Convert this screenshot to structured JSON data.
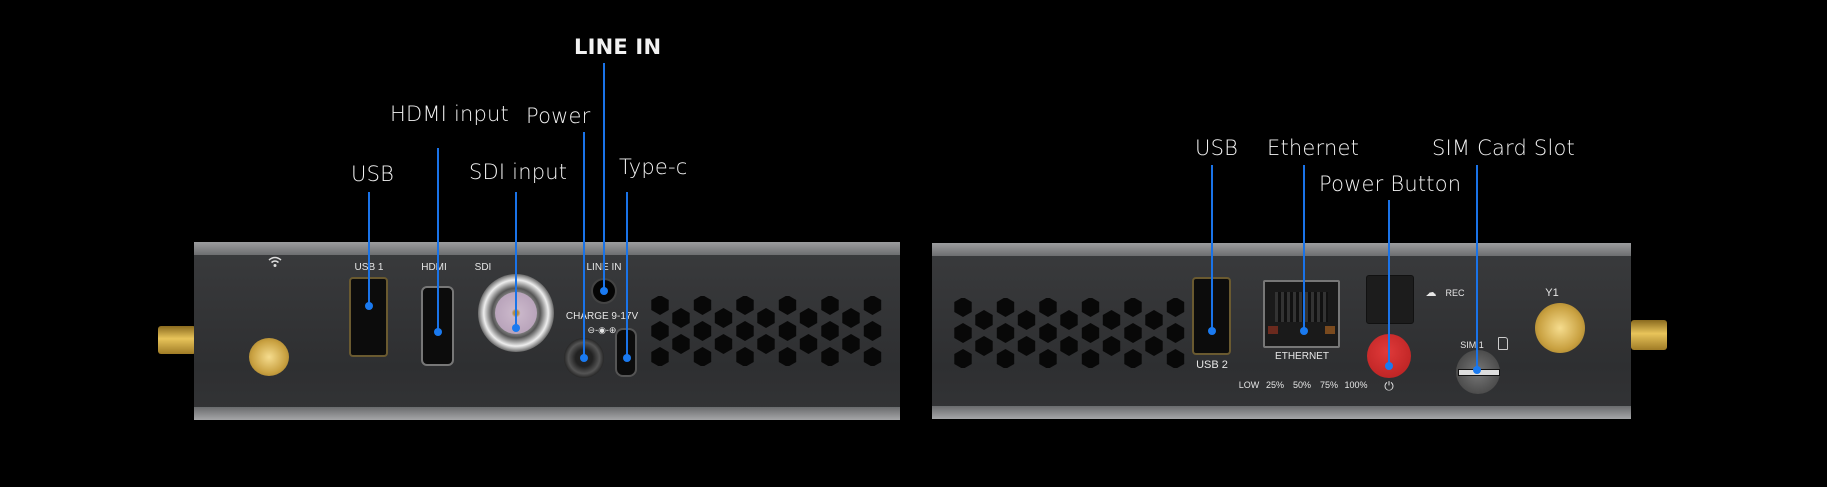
{
  "callouts_left": {
    "line_in": "LINE IN",
    "hdmi_input": "HDMI input",
    "power": "Power",
    "usb": "USB",
    "sdi_input": "SDI input",
    "type_c": "Type-c"
  },
  "callouts_right": {
    "usb": "USB",
    "ethernet": "Ethernet",
    "power_button": "Power Button",
    "sim_card_slot": "SIM Card Slot"
  },
  "left_panel": {
    "usb1": "USB 1",
    "hdmi": "HDMI",
    "sdi": "SDI",
    "line_in": "LINE IN",
    "charge": "CHARGE 9-17V",
    "polarity": "⊖-◉-⊕"
  },
  "right_panel": {
    "usb2": "USB 2",
    "ethernet": "ETHERNET",
    "battery_levels": [
      "LOW",
      "25%",
      "50%",
      "75%",
      "100%"
    ],
    "rec": "REC",
    "sim1": "SIM 1",
    "antenna_label": "Y1"
  },
  "colors": {
    "background": "#000000",
    "callout_line": "#1a73e8",
    "power_button": "#d42a2a",
    "chassis": "#333436"
  }
}
